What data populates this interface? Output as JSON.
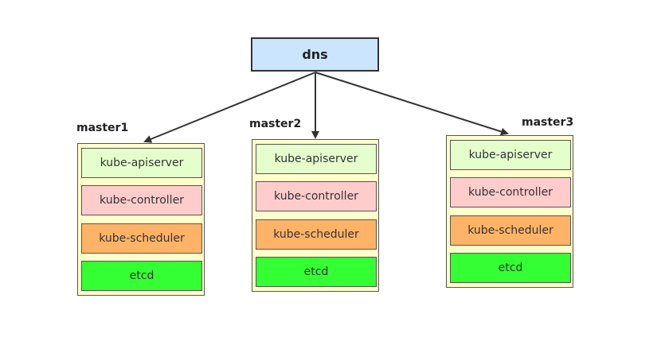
{
  "dns": {
    "label": "dns",
    "color": "#cce5ff"
  },
  "masters": [
    {
      "title": "master1",
      "components": [
        {
          "label": "kube-apiserver",
          "color": "#e5ffcc"
        },
        {
          "label": "kube-controller",
          "color": "#ffcccc"
        },
        {
          "label": "kube-scheduler",
          "color": "#ffb366"
        },
        {
          "label": "etcd",
          "color": "#33ff33"
        }
      ]
    },
    {
      "title": "master2",
      "components": [
        {
          "label": "kube-apiserver",
          "color": "#e5ffcc"
        },
        {
          "label": "kube-controller",
          "color": "#ffcccc"
        },
        {
          "label": "kube-scheduler",
          "color": "#ffb366"
        },
        {
          "label": "etcd",
          "color": "#33ff33"
        }
      ]
    },
    {
      "title": "master3",
      "components": [
        {
          "label": "kube-apiserver",
          "color": "#e5ffcc"
        },
        {
          "label": "kube-controller",
          "color": "#ffcccc"
        },
        {
          "label": "kube-scheduler",
          "color": "#ffb366"
        },
        {
          "label": "etcd",
          "color": "#33ff33"
        }
      ]
    }
  ],
  "colors": {
    "master_background": "#ffffcc",
    "border": "#333333"
  }
}
